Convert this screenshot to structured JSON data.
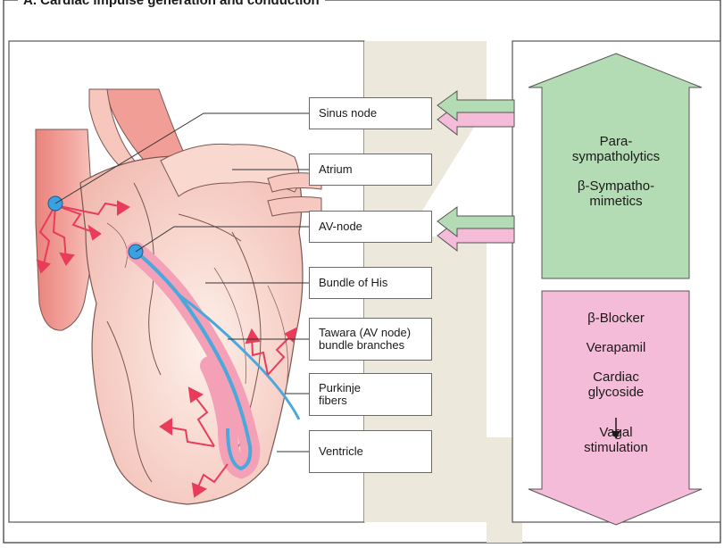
{
  "title": "A. Cardiac impulse generation and conduction",
  "structure_labels": [
    "Sinus node",
    "Atrium",
    "AV-node",
    "Bundle of His",
    "Tawara (AV node)\nbundle branches",
    "Purkinje\nfibers",
    "Ventricle"
  ],
  "stimulating": {
    "line1": "Para-",
    "line2": "sympatholytics",
    "line3": "β-Sympatho-",
    "line4": "mimetics"
  },
  "inhibiting": {
    "item1": "β-Blocker",
    "item2": "Verapamil",
    "item3a": "Cardiac",
    "item3b": "glycoside",
    "item4a": "Vagal",
    "item4b": "stimulation"
  },
  "colors": {
    "stimulate": "#b4dcb4",
    "inhibit": "#f4bcd8",
    "heart": "#f6c8c0",
    "vessel": "#ec8c84",
    "conduction": "#4aa8dc",
    "impulse": "#e83c5a"
  }
}
